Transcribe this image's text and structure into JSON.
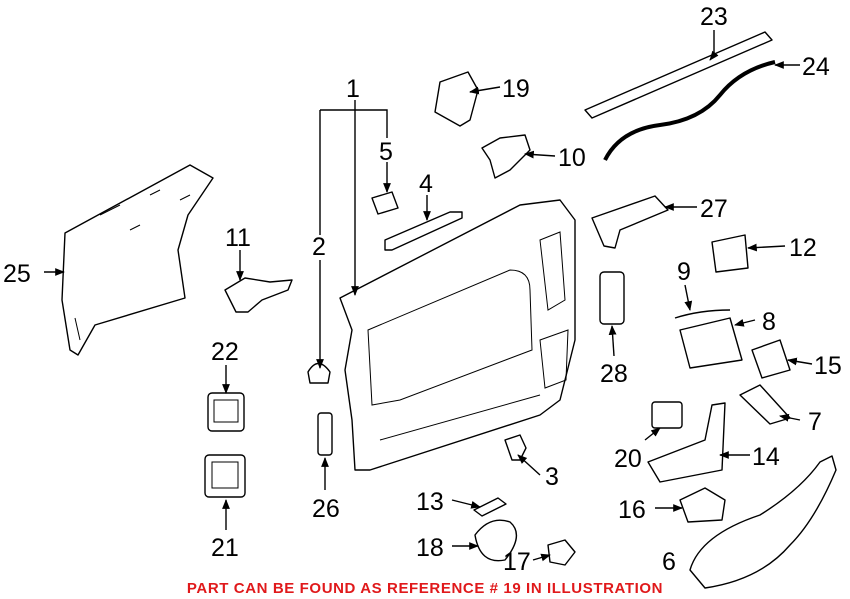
{
  "callouts": {
    "n1": "1",
    "n2": "2",
    "n3": "3",
    "n4": "4",
    "n5": "5",
    "n6": "6",
    "n7": "7",
    "n8": "8",
    "n9": "9",
    "n10": "10",
    "n11": "11",
    "n12": "12",
    "n13": "13",
    "n14": "14",
    "n15": "15",
    "n16": "16",
    "n17": "17",
    "n18": "18",
    "n19": "19",
    "n20": "20",
    "n21": "21",
    "n22": "22",
    "n23": "23",
    "n24": "24",
    "n25": "25",
    "n26": "26",
    "n27": "27",
    "n28": "28"
  },
  "note": "PART CAN BE FOUND AS REFERENCE # 19 IN ILLUSTRATION",
  "colors": {
    "note": "#e0191b",
    "lines": "#000000"
  }
}
